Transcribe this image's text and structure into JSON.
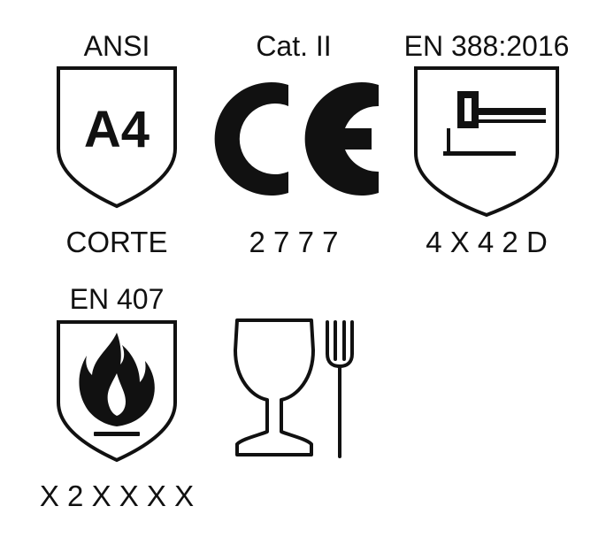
{
  "ansi": {
    "header": "ANSI",
    "level": "A4",
    "caption": "CORTE"
  },
  "ce": {
    "header": "Cat. II",
    "mark": "CE",
    "code": "2 7 7 7"
  },
  "en388": {
    "header": "EN 388:2016",
    "code": "4 X 4 2 D",
    "icon": "mechanical-hazard-hammer-icon"
  },
  "en407": {
    "header": "EN 407",
    "code": "X 2 X X X X",
    "icon": "flame-icon"
  },
  "food": {
    "icon": "glass-and-fork-icon"
  },
  "colors": {
    "ink": "#111111",
    "background": "#ffffff"
  }
}
